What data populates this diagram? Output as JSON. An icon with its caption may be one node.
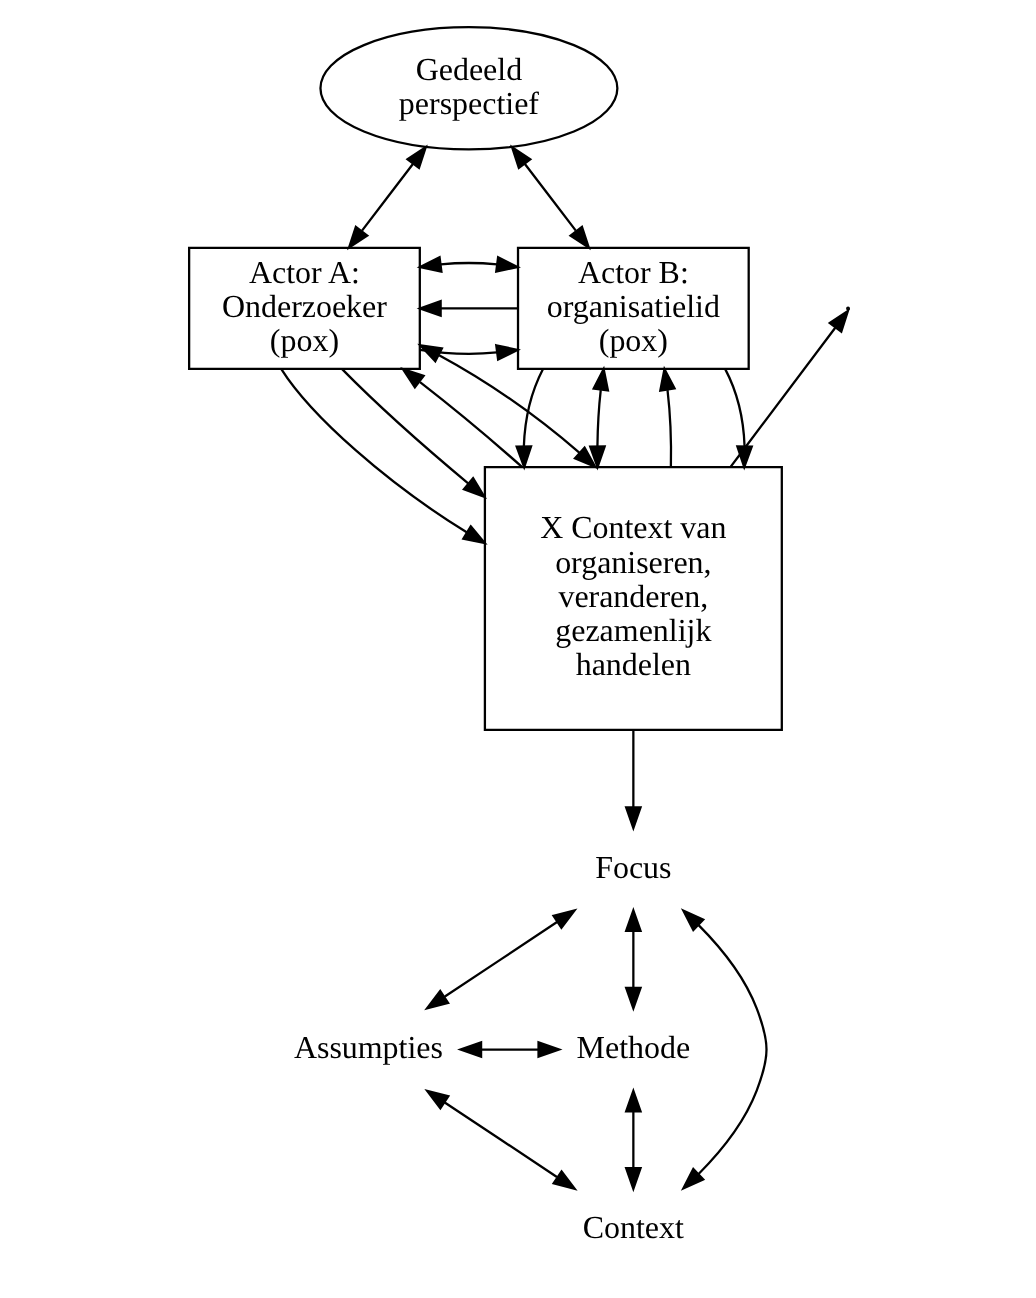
{
  "diagram": {
    "nodes": [
      {
        "text": [
          "Gedeeld perspectief"
        ]
      },
      {
        "text": [
          "Actor A: Onderzoeker (pox)"
        ]
      },
      {
        "text": [
          "Actor B: organisatielid (pox)"
        ]
      },
      {
        "text": [
          "X Context van organiseren, veranderen, gezamenlijk handelen"
        ]
      },
      {
        "text": [
          "Focus"
        ]
      },
      {
        "text": [
          "Assumpties"
        ]
      },
      {
        "text": [
          "Methode"
        ]
      },
      {
        "text": [
          "Context"
        ]
      }
    ],
    "edges": [
      {
        "from": 0,
        "to": 1,
        "arrow": "both"
      },
      {
        "from": 0,
        "to": 2,
        "arrow": "both"
      },
      {
        "from": 1,
        "to": 2,
        "arrow": "to"
      },
      {
        "from": 2,
        "to": 1,
        "arrow": "to"
      },
      {
        "from": 1,
        "to": 2,
        "arrow": "both"
      },
      {
        "from": 3,
        "to": null,
        "arrow": "to"
      },
      {
        "from": 1,
        "to": 3,
        "arrow": "to"
      },
      {
        "from": 2,
        "to": 3,
        "arrow": "to"
      },
      {
        "from": 1,
        "to": 3,
        "arrow": "to"
      },
      {
        "from": 3,
        "to": 1,
        "arrow": "to"
      },
      {
        "from": 1,
        "to": 3,
        "arrow": "both"
      },
      {
        "from": 2,
        "to": 3,
        "arrow": "both"
      },
      {
        "from": 3,
        "to": 2,
        "arrow": "to"
      },
      {
        "from": 2,
        "to": 3,
        "arrow": "to"
      },
      {
        "from": 3,
        "to": 4,
        "arrow": "to"
      },
      {
        "from": 4,
        "to": 5,
        "arrow": "both"
      },
      {
        "from": 4,
        "to": 6,
        "arrow": "both"
      },
      {
        "from": 5,
        "to": 6,
        "arrow": "both"
      },
      {
        "from": 4,
        "to": 7,
        "arrow": "both"
      },
      {
        "from": 5,
        "to": 7,
        "arrow": "both"
      },
      {
        "from": 6,
        "to": 7,
        "arrow": "both"
      }
    ]
  }
}
